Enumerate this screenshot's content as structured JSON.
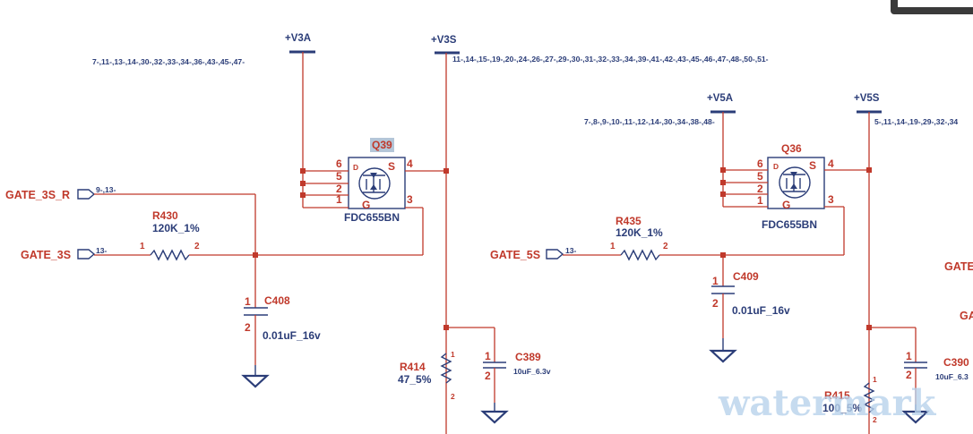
{
  "rails": {
    "v3a": {
      "label": "+V3A",
      "xref": "7-,11-,13-,14-,30-,32-,33-,34-,36-,43-,45-,47-"
    },
    "v3s": {
      "label": "+V3S",
      "xref": "11-,14-,15-,19-,20-,24-,26-,27-,29-,30-,31-,32-,33-,34-,39-,41-,42-,43-,45-,46-,47-,48-,50-,51-"
    },
    "v5a": {
      "label": "+V5A",
      "xref": "7-,8-,9-,10-,11-,12-,14-,30-,34-,38-,48-"
    },
    "v5s": {
      "label": "+V5S",
      "xref": "5-,11-,14-,19-,29-,32-,34"
    }
  },
  "nets": {
    "gate_3s_r": {
      "label": "GATE_3S_R",
      "xref": "9-,13-"
    },
    "gate_3s": {
      "label": "GATE_3S",
      "xref": "13-"
    },
    "gate_5s": {
      "label": "GATE_5S",
      "xref": "13-"
    },
    "gate_right_1": "GATE",
    "gate_right_2": "GA"
  },
  "q39": {
    "ref": "Q39",
    "part": "FDC655BN",
    "pins": [
      "6",
      "5",
      "2",
      "1",
      "4",
      "3"
    ],
    "d": "D",
    "s": "S",
    "g": "G"
  },
  "q36": {
    "ref": "Q36",
    "part": "FDC655BN",
    "pins": [
      "6",
      "5",
      "2",
      "1",
      "4",
      "3"
    ],
    "d": "D",
    "s": "S",
    "g": "G"
  },
  "r430": {
    "ref": "R430",
    "value": "120K_1%",
    "pin1": "1",
    "pin2": "2"
  },
  "r435": {
    "ref": "R435",
    "value": "120K_1%",
    "pin1": "1",
    "pin2": "2"
  },
  "r414": {
    "ref": "R414",
    "value": "47_5%",
    "pin1": "1",
    "pin2": "2"
  },
  "r415": {
    "ref": "R415",
    "value": "100_5%",
    "pin1": "1",
    "pin2": "2"
  },
  "c408": {
    "ref": "C408",
    "value": "0.01uF_16v",
    "pin1": "1",
    "pin2": "2"
  },
  "c409": {
    "ref": "C409",
    "value": "0.01uF_16v",
    "pin1": "1",
    "pin2": "2"
  },
  "c389": {
    "ref": "C389",
    "value": "10uF_6.3v",
    "pin1": "1",
    "pin2": "2"
  },
  "c390": {
    "ref": "C390",
    "value": "10uF_6.3",
    "pin1": "1",
    "pin2": "2"
  },
  "watermark": "watermark",
  "colors": {
    "wire": "#c0392b",
    "part": "#2b3d78",
    "highlight": "#b4c6d8",
    "watermark": "#b9d3ec"
  }
}
